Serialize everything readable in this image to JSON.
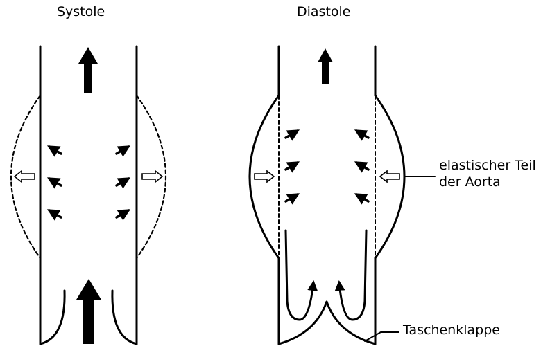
{
  "titles": {
    "systole": "Systole",
    "diastole": "Diastole"
  },
  "annotations": {
    "elastic_line1": "elastischer Teil",
    "elastic_line2": "der Aorta",
    "valve": "Taschenklappe"
  },
  "colors": {
    "stroke": "#000000",
    "background": "#ffffff",
    "hollow_arrow_fill": "#ffffff"
  }
}
